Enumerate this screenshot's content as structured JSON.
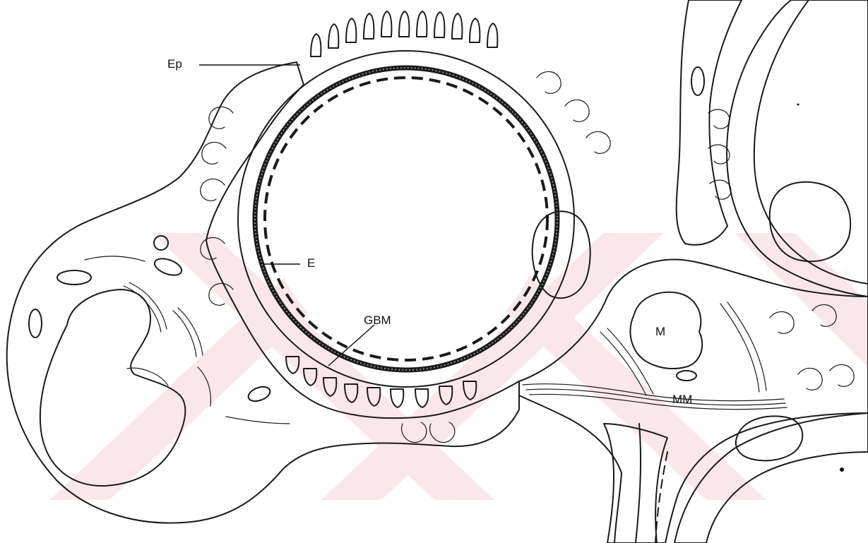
{
  "labels": {
    "ep": "Ep",
    "e": "E",
    "gbm": "GBM",
    "m": "M",
    "mm": "MM"
  },
  "colors": {
    "ink": "#1a1a1a",
    "cytoplasm": "#f2f2f0",
    "nucleus": "#d9d7d3",
    "watermark": "#f6c9cf",
    "background": "#ffffff"
  }
}
